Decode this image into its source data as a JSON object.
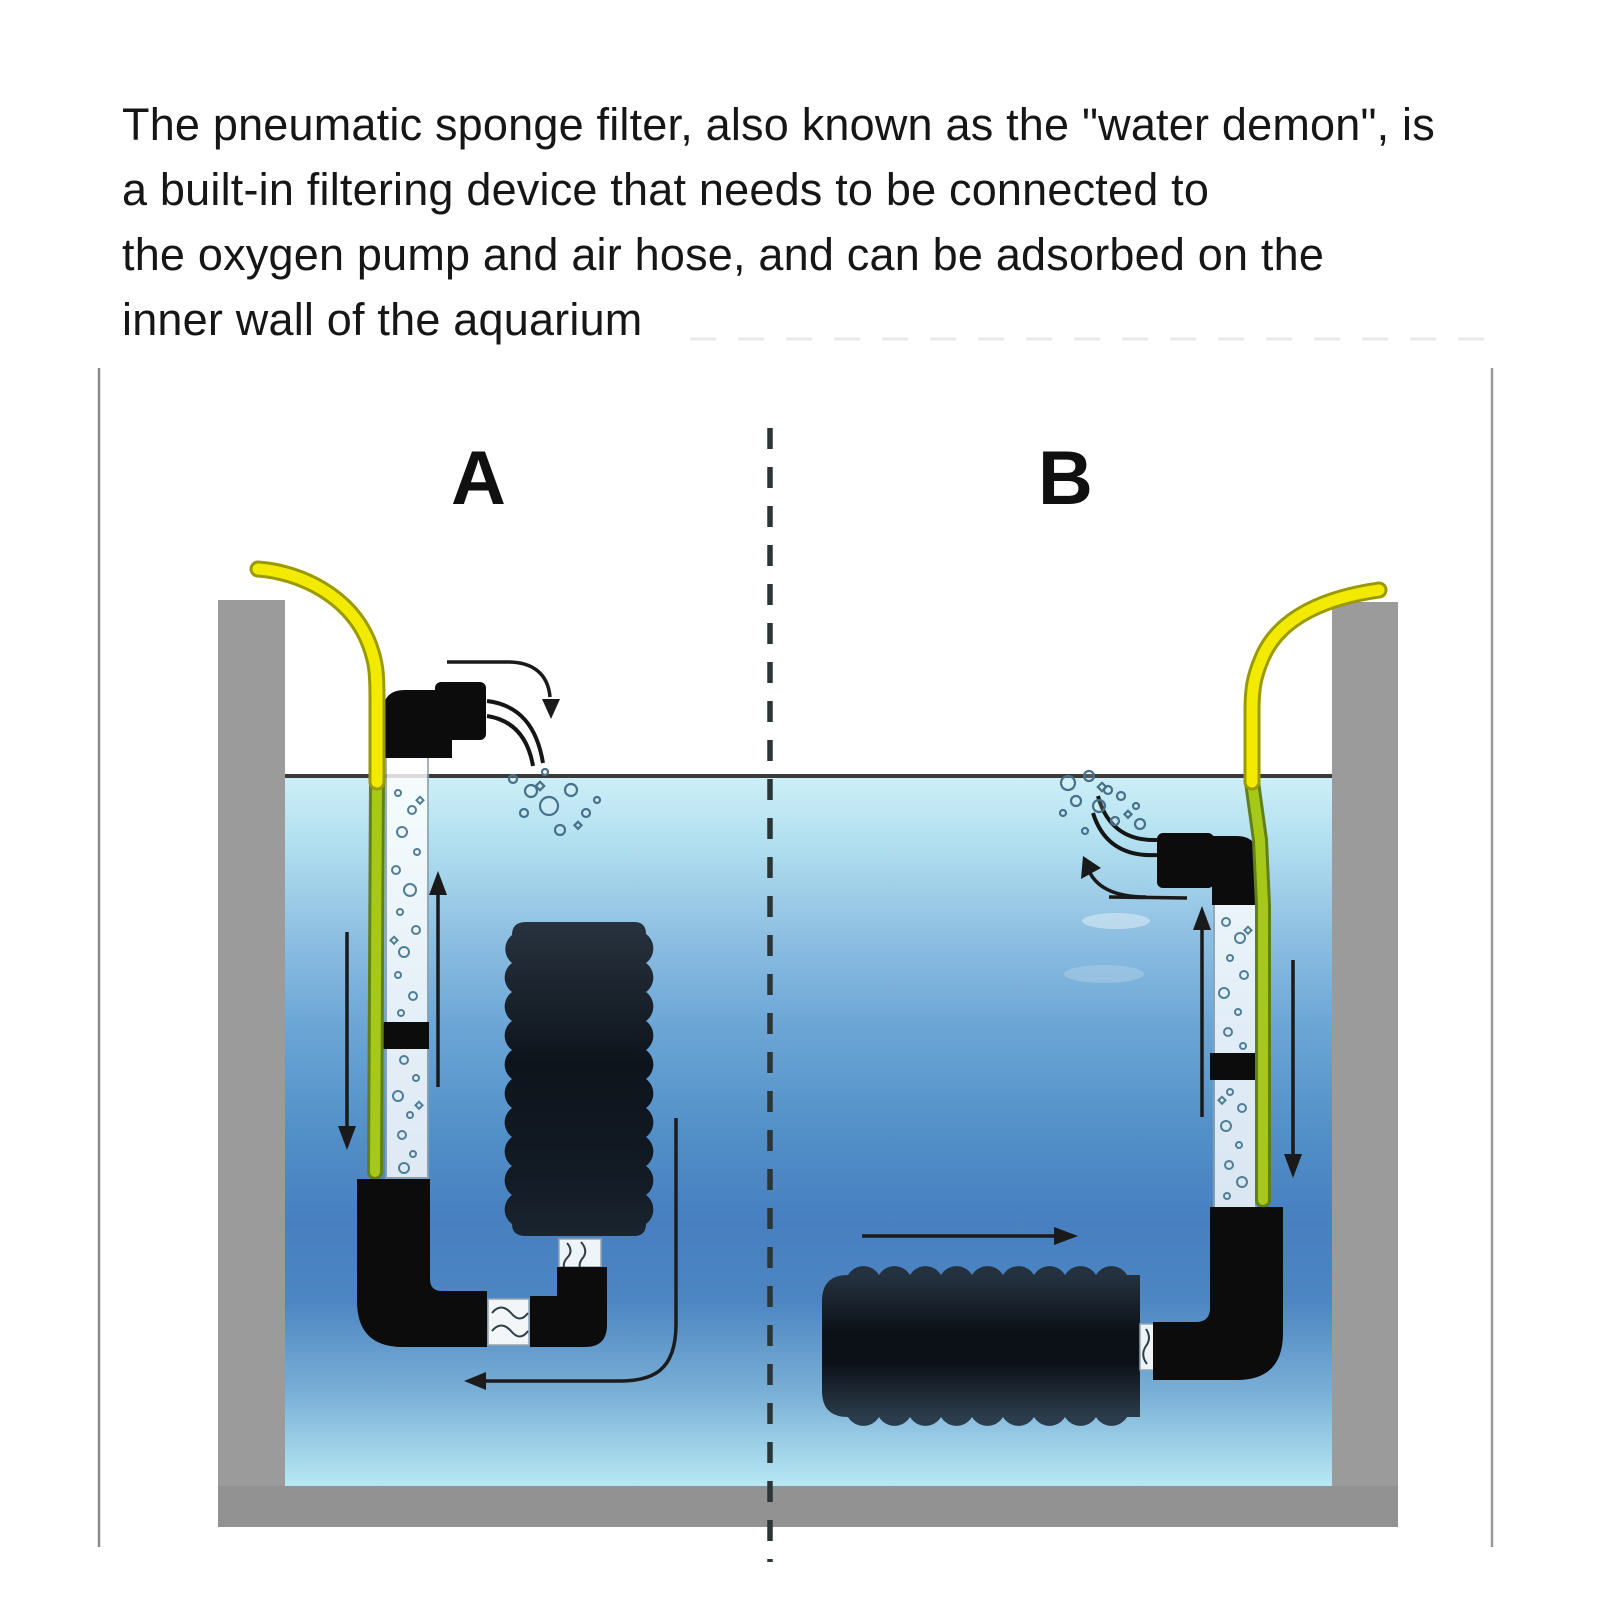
{
  "title": {
    "lines": [
      "The pneumatic sponge filter, also known as the \"water demon\", is",
      "a built-in filtering device that needs to be connected to",
      "the oxygen pump and air hose, and can be adsorbed on the",
      "inner wall of the aquarium"
    ]
  },
  "panels": [
    {
      "id": "A",
      "label": "A"
    },
    {
      "id": "B",
      "label": "B"
    }
  ],
  "colors": {
    "hose_yellow": "#f2ea00",
    "hose_green": "#a6c919",
    "wall_gray": "#9b9b9b",
    "floor_gray": "#929292",
    "water_surface": "#cdeff7",
    "water_deep": "#477fc0",
    "water_bottom": "#b8e8f4",
    "fitting_black": "#0c0c0c",
    "sponge_dark": "#0d1219"
  }
}
